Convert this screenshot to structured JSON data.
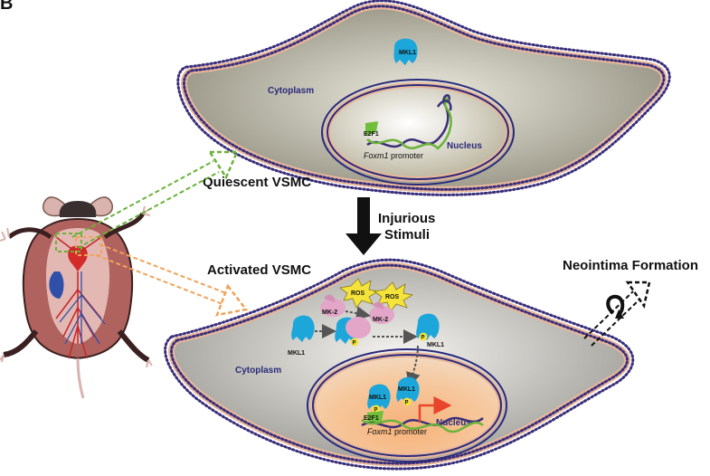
{
  "panel_letter": "B",
  "top_cell": {
    "cytoplasm_label": "Cytoplasm",
    "nucleus_label": "Nucleus",
    "protein_label": "MKL1",
    "factor_label": "E2F1",
    "promoter_gene": "Foxm1",
    "promoter_suffix": " promoter",
    "state_label": "Quiescent VSMC"
  },
  "transition": {
    "line1": "Injurious",
    "line2": "Stimuli"
  },
  "bottom_cell": {
    "state_label": "Activated VSMC",
    "cytoplasm_label": "Cytoplasm",
    "nucleus_label": "Nucleus",
    "ros_label": "ROS",
    "kinase_label": "MK-2",
    "protein_label": "MKL1",
    "phospho_label": "P",
    "factor_label": "E2F1",
    "promoter_gene": "Foxm1",
    "promoter_suffix": " promoter"
  },
  "outcome_label": "Neointima Formation",
  "colors": {
    "membrane_outer": "#e8b79c",
    "membrane_dots": "#3a2f7a",
    "nucleus_top": "#e9e4cc",
    "nucleus_bottom": "#f2a264",
    "mkl1": "#1da6d9",
    "e2f1": "#6fbf3a",
    "phospho": "#f4e33a",
    "ros": "#f4e33a",
    "mk2": "#e3a6c8",
    "arrow_green": "#6ab23a",
    "arrow_orange": "#f0a35a",
    "transcription_arrow": "#e8452b"
  }
}
